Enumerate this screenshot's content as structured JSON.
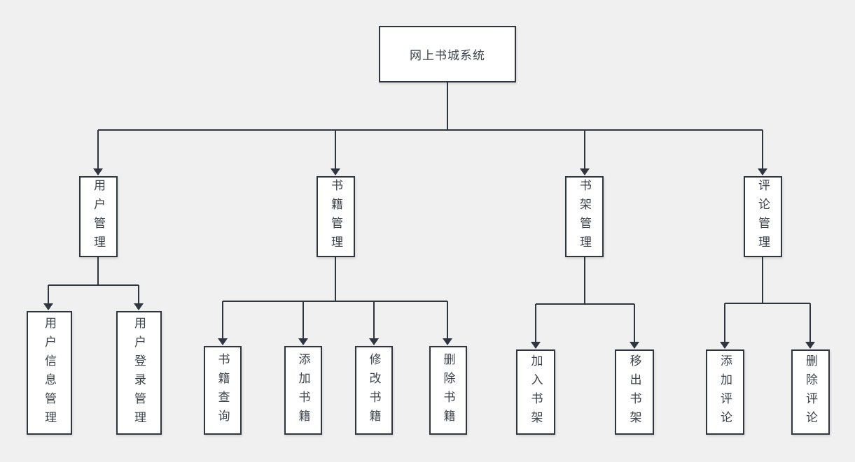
{
  "diagram": {
    "type": "tree-flowchart",
    "root": {
      "label": "网上书城系统"
    },
    "branches": [
      {
        "label": "用户管理",
        "children": [
          "用户信息管理",
          "用户登录管理"
        ]
      },
      {
        "label": "书籍管理",
        "children": [
          "书籍查询",
          "添加书籍",
          "修改书籍",
          "删除书籍"
        ]
      },
      {
        "label": "书架管理",
        "children": [
          "加入书架",
          "移出书架"
        ]
      },
      {
        "label": "评论管理",
        "children": [
          "添加评论",
          "删除评论"
        ]
      }
    ],
    "colors": {
      "background": "#f0f0f0",
      "box_fill": "#ffffff",
      "box_border": "#2f3640",
      "line": "#2f3640",
      "text": "#3d434c"
    }
  }
}
